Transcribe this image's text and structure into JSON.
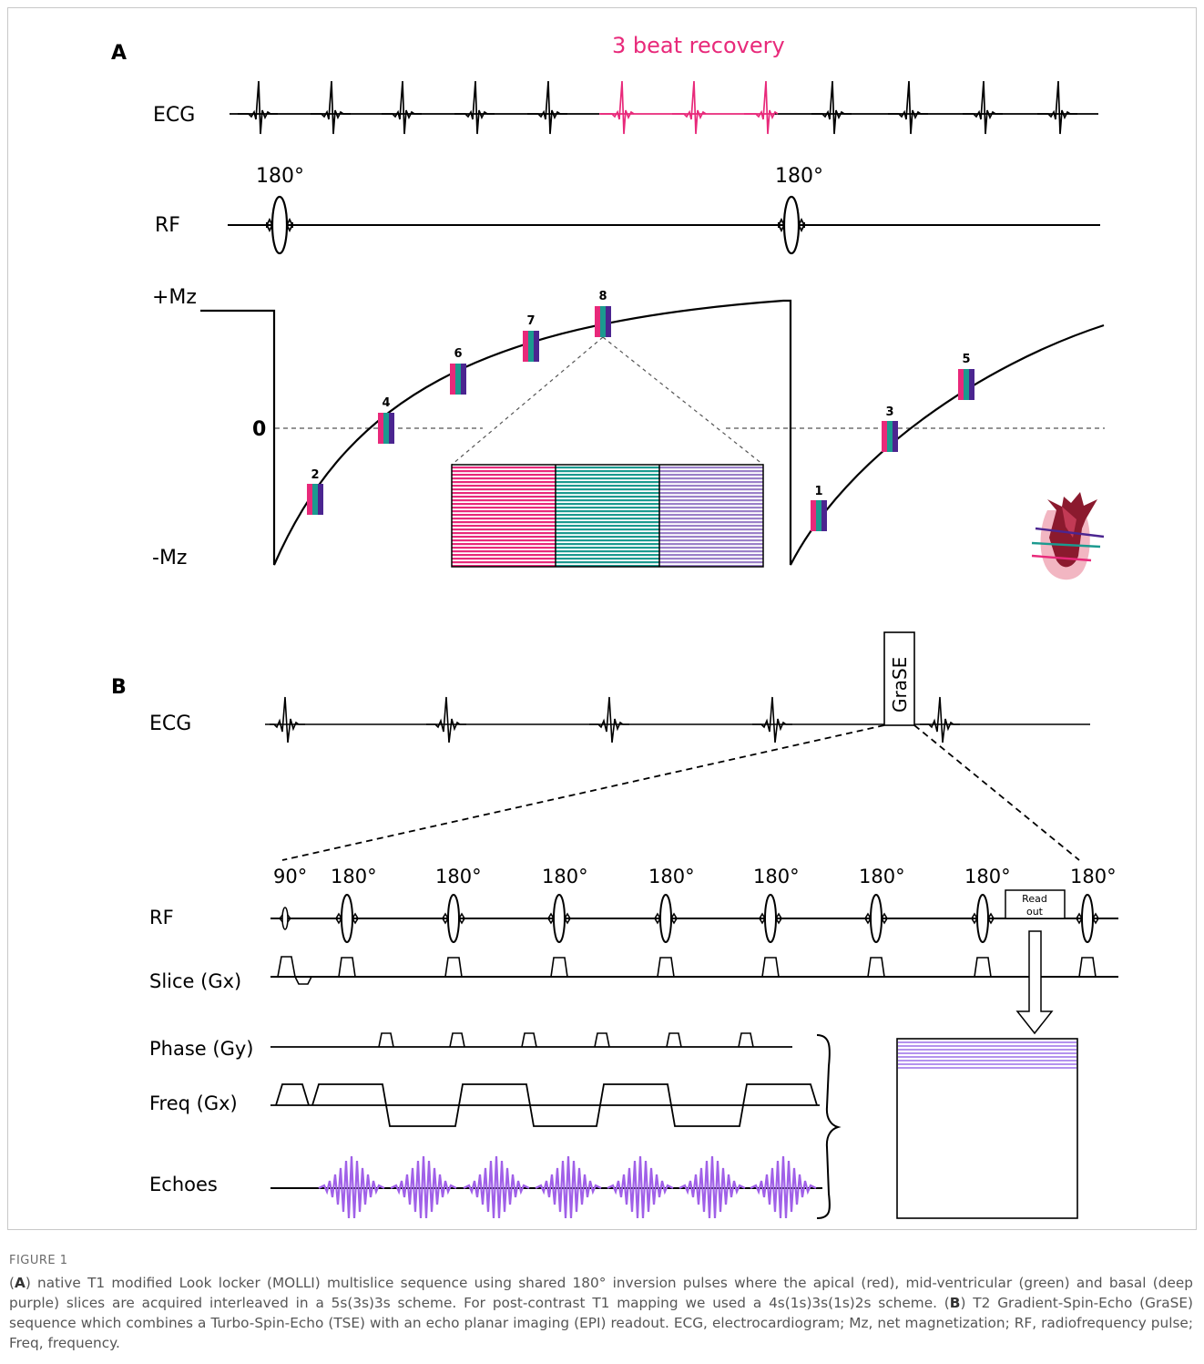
{
  "panel_a": {
    "letter": "A",
    "recovery_label": "3 beat recovery",
    "ecg_label": "ECG",
    "rf_label": "RF",
    "pulse_label_1": "180°",
    "pulse_label_2": "180°",
    "mz_pos_label": "+Mz",
    "zero_label": "0",
    "mz_neg_label": "-Mz",
    "readout_numbers": [
      "2",
      "4",
      "6",
      "7",
      "8",
      "1",
      "3",
      "5"
    ]
  },
  "panel_b": {
    "letter": "B",
    "ecg_label": "ECG",
    "grase_label": "GraSE",
    "pulse_labels": [
      "90°",
      "180°",
      "180°",
      "180°",
      "180°",
      "180°",
      "180°",
      "180°",
      "180°"
    ],
    "readout_label_line1": "Read",
    "readout_label_line2": "out",
    "rf_label": "RF",
    "slice_label": "Slice (Gx)",
    "phase_label": "Phase (Gy)",
    "freq_label": "Freq (Gx)",
    "echoes_label": "Echoes"
  },
  "colors": {
    "apical": "#e8297a",
    "mid": "#1b9a8f",
    "basal": "#4b2590",
    "echo": "#a060e8"
  },
  "caption": {
    "label": "FIGURE 1",
    "a_letter": "A",
    "a_text": ") native T1 modified Look locker (MOLLI) multislice sequence using shared 180° inversion pulses where the apical (red), mid-ventricular (green) and basal (deep purple) slices are acquired interleaved in a 5s(3s)3s scheme. For post-contrast T1 mapping we used a 4s(1s)3s(1s)2s scheme. (",
    "b_letter": "B",
    "b_text": ") T2 Gradient-Spin-Echo (GraSE) sequence which combines a Turbo-Spin-Echo (TSE) with an echo planar imaging (EPI) readout. ECG, electrocardiogram; Mz, net magnetization; RF, radiofrequency pulse; Freq, frequency."
  }
}
